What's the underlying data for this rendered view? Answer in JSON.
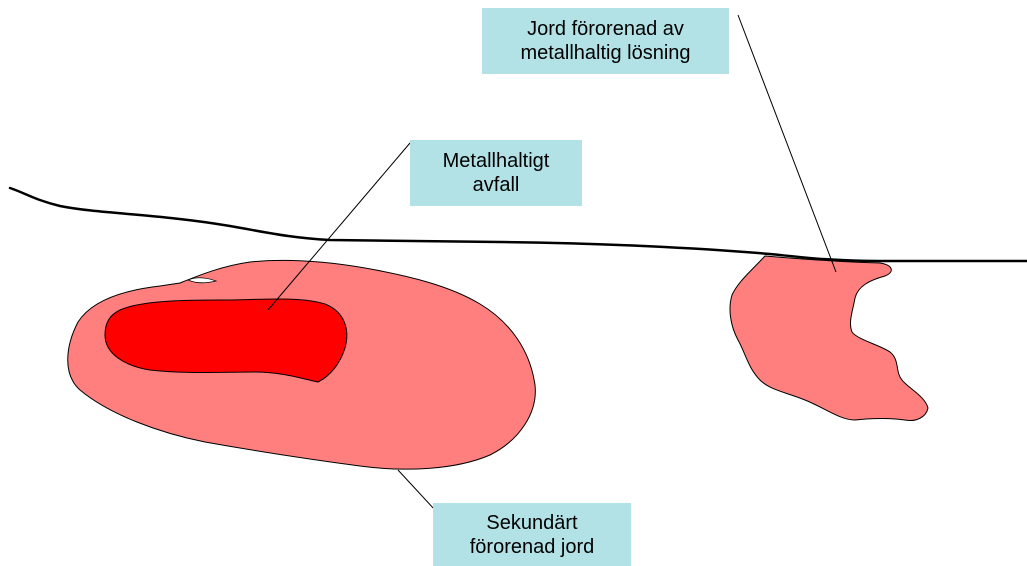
{
  "colors": {
    "background": "#ffffff",
    "ground_line": "#000000",
    "secondary_contamination": "#ff7f7f",
    "metal_waste": "#ff0000",
    "label_background": "#b3e2e6",
    "leader_line": "#000000"
  },
  "labels": {
    "contaminated_soil": {
      "line1": "Jord förorenad av",
      "line2": "metallhaltig lösning"
    },
    "metal_waste": {
      "line1": "Metallhaltigt",
      "line2": "avfall"
    },
    "secondary_soil": {
      "line1": "Sekundärt",
      "line2": "förorenad jord"
    }
  }
}
